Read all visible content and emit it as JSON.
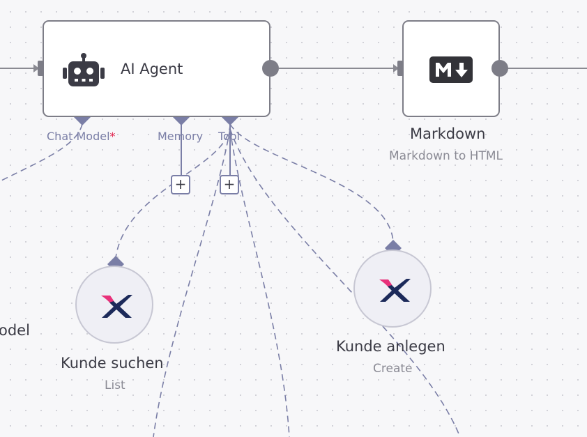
{
  "canvas": {
    "nodes": {
      "ai_agent": {
        "title": "AI Agent",
        "icon": "robot-icon",
        "ports": {
          "chat_model": "Chat Model",
          "chat_model_required": "*",
          "memory": "Memory",
          "tool": "Tool"
        }
      },
      "markdown": {
        "title": "Markdown",
        "subtitle": "Markdown to HTML",
        "icon": "markdown-icon"
      },
      "kunde_suchen": {
        "title": "Kunde suchen",
        "subtitle": "List",
        "icon": "x-logo-icon"
      },
      "kunde_anlegen": {
        "title": "Kunde anlegen",
        "subtitle": "Create",
        "icon": "x-logo-icon"
      },
      "offscreen_chat_model": {
        "title_fragment": "odel"
      }
    },
    "add_buttons": {
      "memory": "+",
      "tool": "+"
    }
  },
  "colors": {
    "edge": "#7a7ea6",
    "node_border": "#7d7d87",
    "required": "#e0224c",
    "logo_pink": "#e8317a",
    "logo_navy": "#1c2a5a"
  }
}
